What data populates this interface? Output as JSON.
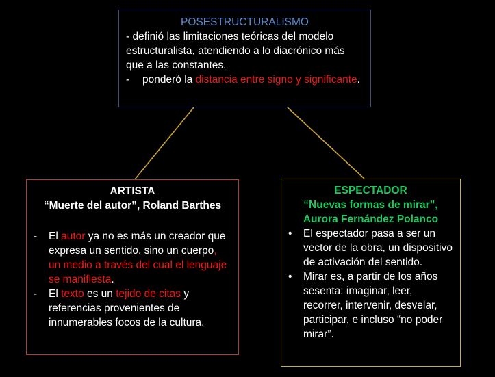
{
  "colors": {
    "background": "#000000",
    "top_border": "#3f4f86",
    "left_border": "#b23a2e",
    "right_border": "#c8b33a",
    "connector": "#c8a23a",
    "blue_title": "#5b8ad1",
    "green_title": "#1fc75f",
    "highlight_red": "#f21616"
  },
  "top": {
    "title": "POSESTRUCTURALISMO",
    "line1": "- definió las limitaciones teóricas del modelo estructuralista, atendiendo a lo diacrónico más que a las constantes.",
    "item_dash": "-",
    "item_part1": "ponderó la ",
    "item_highlight": "distancia entre signo y significante",
    "item_part2": "."
  },
  "left": {
    "title": "ARTISTA",
    "subtitle": "“Muerte del autor”, Roland Barthes",
    "items": [
      {
        "dash": "-",
        "p1": "El ",
        "h1": "autor",
        "p2": " ya no es más un creador que expresa un sentido, sino un cuerpo",
        "h2": ", un medio a través del cual el lenguaje se manifiesta",
        "p3": "."
      },
      {
        "dash": "-",
        "p1": "El ",
        "h1": "texto",
        "p2": " es un ",
        "h2": "tejido de citas",
        "p3": " y referencias provenientes de innumerables focos de la cultura."
      }
    ]
  },
  "right": {
    "title": "ESPECTADOR",
    "subtitle": "“Nuevas formas de mirar”, Aurora Fernández Polanco",
    "items": [
      {
        "bullet": "•",
        "text": "El espectador pasa a ser un vector de la obra, un dispositivo de activación del sentido."
      },
      {
        "bullet": "•",
        "text": "Mirar es, a partir de los años sesenta: imaginar, leer, recorrer, intervenir, desvelar, participar, e incluso “no poder mirar”."
      }
    ]
  }
}
